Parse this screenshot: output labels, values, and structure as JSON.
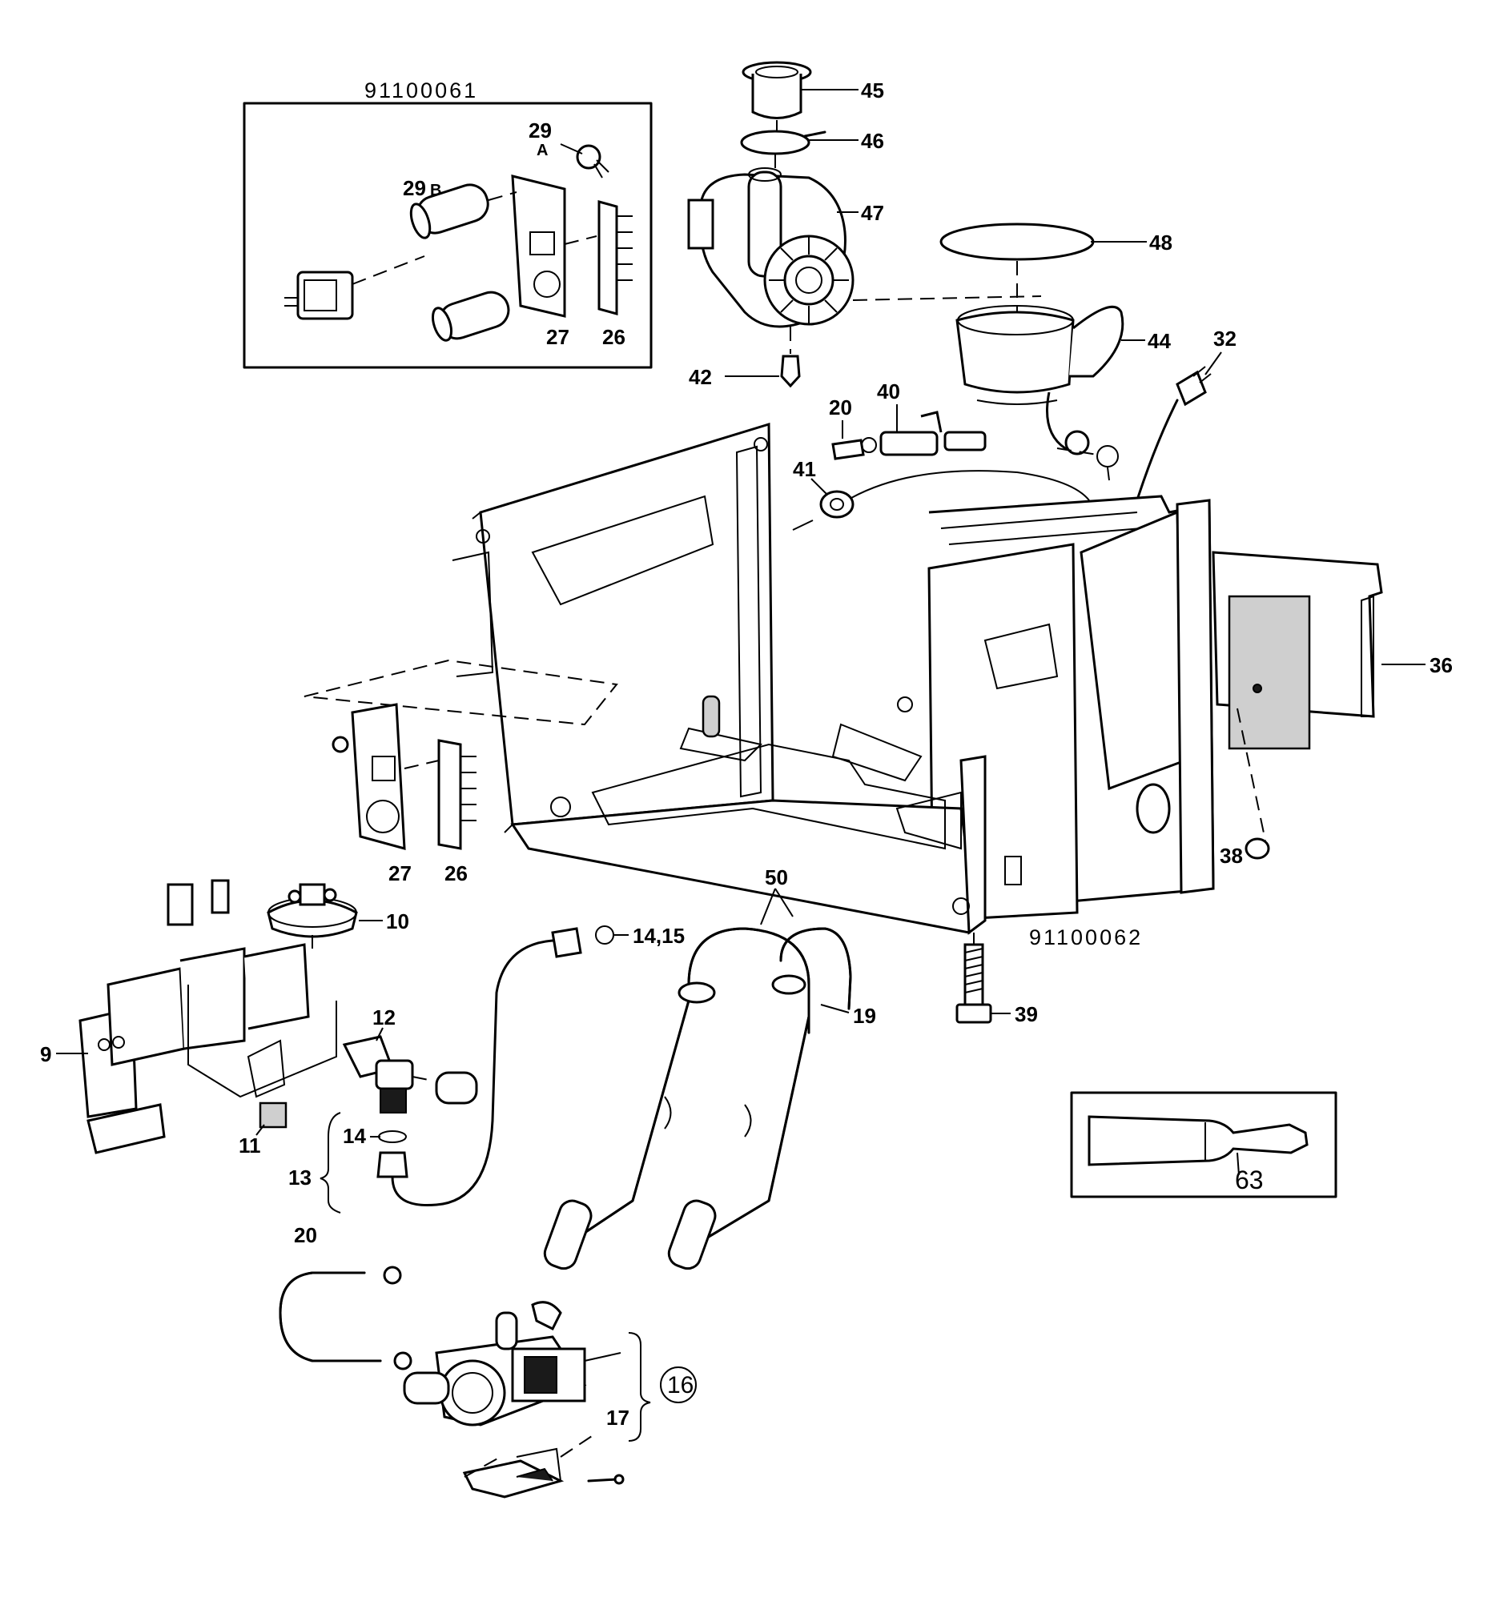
{
  "inset_top": {
    "code": "91100061",
    "labels": [
      "29",
      "A",
      "29",
      "B",
      "27",
      "26"
    ]
  },
  "inset_tool": {
    "label": "63"
  },
  "frame_code": "91100062",
  "callouts": [
    "45",
    "46",
    "47",
    "48",
    "44",
    "32",
    "42",
    "20",
    "40",
    "41",
    "36",
    "38",
    "27",
    "26",
    "10",
    "50",
    "14,15",
    "19",
    "39",
    "9",
    "12",
    "11",
    "14",
    "13",
    "20",
    "16",
    "17"
  ]
}
